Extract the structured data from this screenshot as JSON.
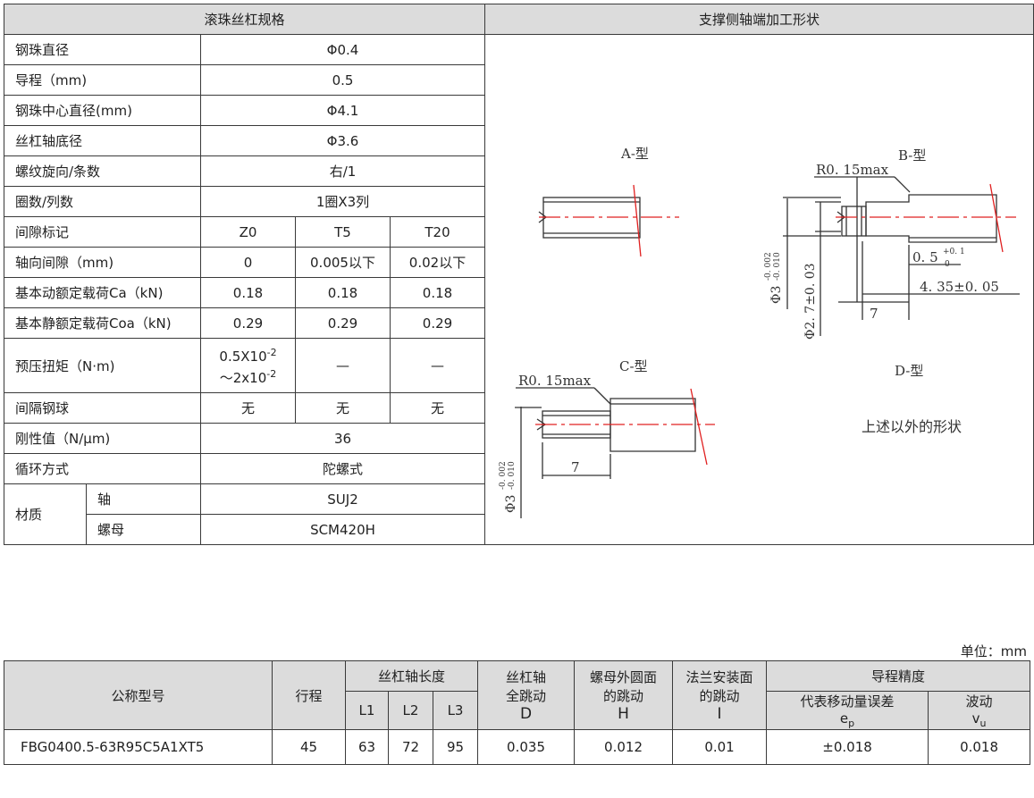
{
  "spec": {
    "header_left": "滚珠丝杠规格",
    "header_right": "支撑侧轴端加工形状",
    "rows": {
      "ball_dia": {
        "label": "钢珠直径",
        "value": "Φ0.4"
      },
      "lead": {
        "label": "导程（mm)",
        "value": "0.5"
      },
      "ball_center": {
        "label": "钢珠中心直径(mm)",
        "value": "Φ4.1"
      },
      "root_dia": {
        "label": "丝杠轴底径",
        "value": "Φ3.6"
      },
      "thread": {
        "label": "螺纹旋向/条数",
        "value": "右/1"
      },
      "turns": {
        "label": "圈数/列数",
        "value": "1圈X3列"
      },
      "clearance_mark": {
        "label": "间隙标记",
        "values": [
          "Z0",
          "T5",
          "T20"
        ]
      },
      "axial_clearance": {
        "label": "轴向间隙（mm)",
        "values": [
          "0",
          "0.005以下",
          "0.02以下"
        ]
      },
      "dynamic_load": {
        "label": "基本动额定载荷Ca（kN)",
        "values": [
          "0.18",
          "0.18",
          "0.18"
        ]
      },
      "static_load": {
        "label": "基本静额定载荷Coa（kN)",
        "values": [
          "0.29",
          "0.29",
          "0.29"
        ]
      },
      "preload": {
        "label": "预压扭矩（N·m)",
        "v1_line1": "0.5X10",
        "v1_line2": "～2x10",
        "exp": "-2",
        "values_dash": [
          "—",
          "—"
        ]
      },
      "spacer": {
        "label": "间隔钢球",
        "values": [
          "无",
          "无",
          "无"
        ]
      },
      "rigidity": {
        "label": "刚性值（N/μm)",
        "value": "36"
      },
      "circulation": {
        "label": "循环方式",
        "value": "陀螺式"
      },
      "material": {
        "label": "材质",
        "shaft_label": "轴",
        "shaft_value": "SUJ2",
        "nut_label": "螺母",
        "nut_value": "SCM420H"
      }
    }
  },
  "drawing": {
    "type_a": "A-型",
    "type_b": "B-型",
    "type_c": "C-型",
    "type_d": "D-型",
    "type_d_note": "上述以外的形状",
    "r_note": "R0. 15max",
    "dim_b_step": "0. 5",
    "dim_b_step_tol_up": "+0. 1",
    "dim_b_step_tol_low": "0",
    "dim_b_len": "4. 35±0. 05",
    "dim_seven": "7",
    "dia_three": "Φ3",
    "dia_tol_up": "-0. 002",
    "dia_tol_low": "-0. 010",
    "dia_b_inner": "Φ2. 7±0. 03"
  },
  "unit": "单位：mm",
  "bottom": {
    "h_model": "公称型号",
    "h_stroke": "行程",
    "h_length": "丝杠轴长度",
    "h_l1": "L1",
    "h_l2": "L2",
    "h_l3": "L3",
    "h_runout1": "丝杠轴",
    "h_runout2": "全跳动",
    "h_d": "D",
    "h_nut1": "螺母外圆面",
    "h_nut2": "的跳动",
    "h_h": "H",
    "h_flange1": "法兰安装面",
    "h_flange2": "的跳动",
    "h_i": "I",
    "h_lead_acc": "导程精度",
    "h_ep1": "代表移动量误差",
    "h_ep": "e",
    "h_ep_sub": "p",
    "h_vu1": "波动",
    "h_vu": "v",
    "h_vu_sub": "u",
    "row": {
      "model": "FBG0400.5-63R95C5A1XT5",
      "stroke": "45",
      "l1": "63",
      "l2": "72",
      "l3": "95",
      "d": "0.035",
      "h": "0.012",
      "i": "0.01",
      "ep": "±0.018",
      "vu": "0.018"
    }
  }
}
